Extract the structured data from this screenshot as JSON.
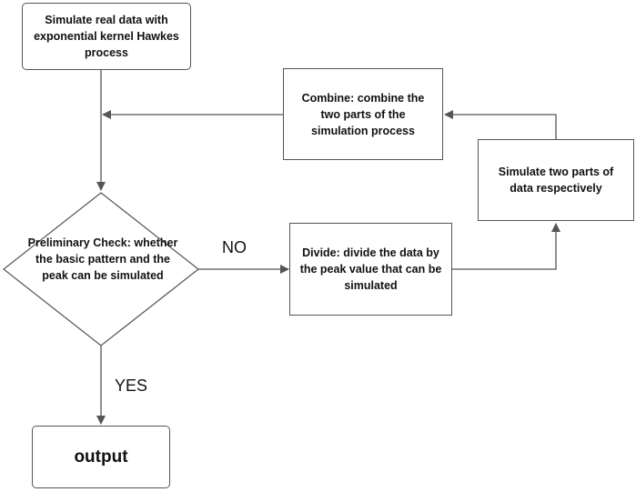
{
  "nodes": {
    "start": "Simulate real data with exponential kernel Hawkes process",
    "combine": "Combine: combine the two parts of the simulation process",
    "simulate_two": "Simulate two parts of data  respectively",
    "decision": "Preliminary Check: whether the basic pattern and the  peak can be simulated",
    "divide": "Divide: divide the data by the peak value that can be simulated",
    "output": "output"
  },
  "edges": {
    "no_label": "NO",
    "yes_label": "YES"
  },
  "colors": {
    "stroke": "#555555",
    "text": "#111111",
    "background": "#ffffff"
  }
}
